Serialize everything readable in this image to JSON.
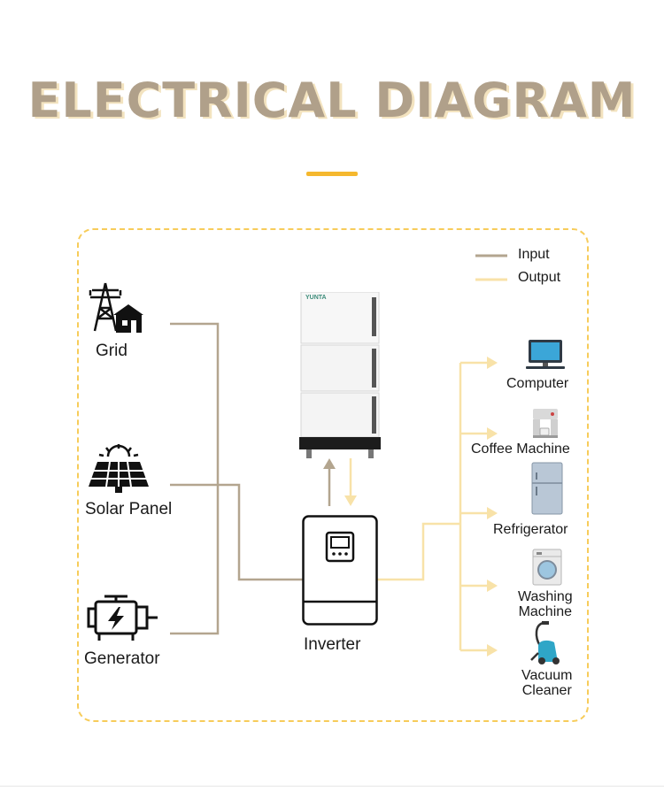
{
  "title": "ELECTRICAL DIAGRAM",
  "legend": {
    "input": "Input",
    "output": "Output"
  },
  "colors": {
    "input": "#b3a58f",
    "output": "#f8e2a8",
    "accent": "#f5b82e",
    "title": "#b0a08a"
  },
  "sources": [
    {
      "label": "Grid",
      "icon": "power-tower-house-icon"
    },
    {
      "label": "Solar Panel",
      "icon": "solar-panel-icon"
    },
    {
      "label": "Generator",
      "icon": "generator-icon"
    }
  ],
  "battery": {
    "brand": "YUNTA"
  },
  "inverter": {
    "label": "Inverter"
  },
  "loads": [
    {
      "label": "Computer",
      "icon": "computer-icon"
    },
    {
      "label": "Coffee Machine",
      "icon": "coffee-machine-icon"
    },
    {
      "label": "Refrigerator",
      "icon": "refrigerator-icon"
    },
    {
      "label": "Washing Machine",
      "line1": "Washing",
      "line2": "Machine",
      "icon": "washing-machine-icon"
    },
    {
      "label": "Vacuum Cleaner",
      "line1": "Vacuum",
      "line2": "Cleaner",
      "icon": "vacuum-cleaner-icon"
    }
  ]
}
